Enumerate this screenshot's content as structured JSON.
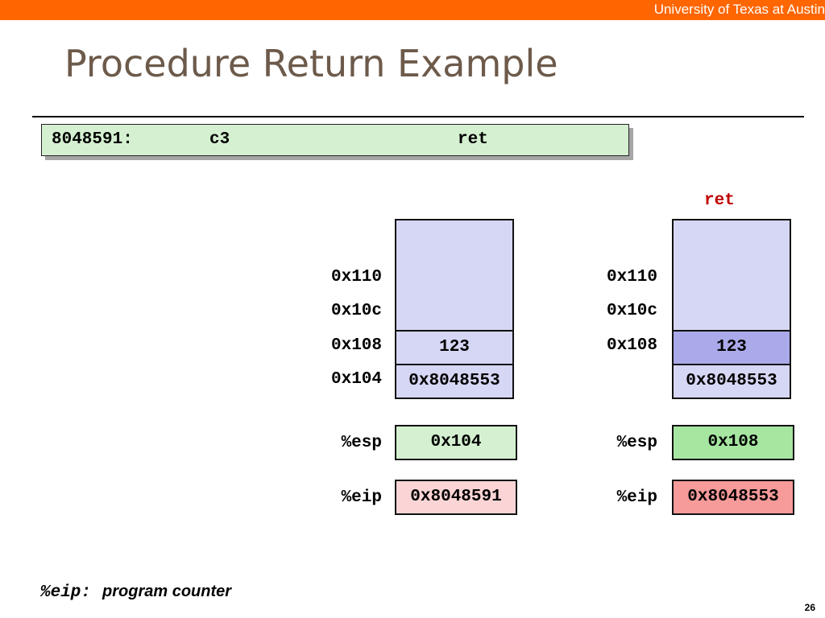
{
  "header": {
    "institution": "University of Texas at Austin"
  },
  "slide": {
    "title": "Procedure Return Example",
    "page_number": "26"
  },
  "code": {
    "address": "8048591:",
    "opcode": "c3",
    "instruction": "ret"
  },
  "before": {
    "addresses": [
      "0x110",
      "0x10c",
      "0x108",
      "0x104"
    ],
    "stack_values": [
      "123",
      "0x8048553"
    ],
    "esp_label": "%esp",
    "esp_value": "0x104",
    "eip_label": "%eip",
    "eip_value": "0x8048591"
  },
  "after": {
    "step_label": "ret",
    "addresses": [
      "0x110",
      "0x10c",
      "0x108"
    ],
    "stack_values": [
      "123",
      "0x8048553"
    ],
    "esp_label": "%esp",
    "esp_value": "0x108",
    "eip_label": "%eip",
    "eip_value": "0x8048553"
  },
  "footer": {
    "key": "%eip:",
    "description": "program counter"
  },
  "colors": {
    "header_bar": "#ff6600",
    "title": "#6d5a4a",
    "stack_fill": "#d6d6f5",
    "stack_highlight": "#aaaaea",
    "esp_before": "#d4f0d0",
    "esp_after": "#a6e6a0",
    "eip_before": "#fbd5d5",
    "eip_after": "#f69a9a",
    "ret_label": "#c00000"
  }
}
